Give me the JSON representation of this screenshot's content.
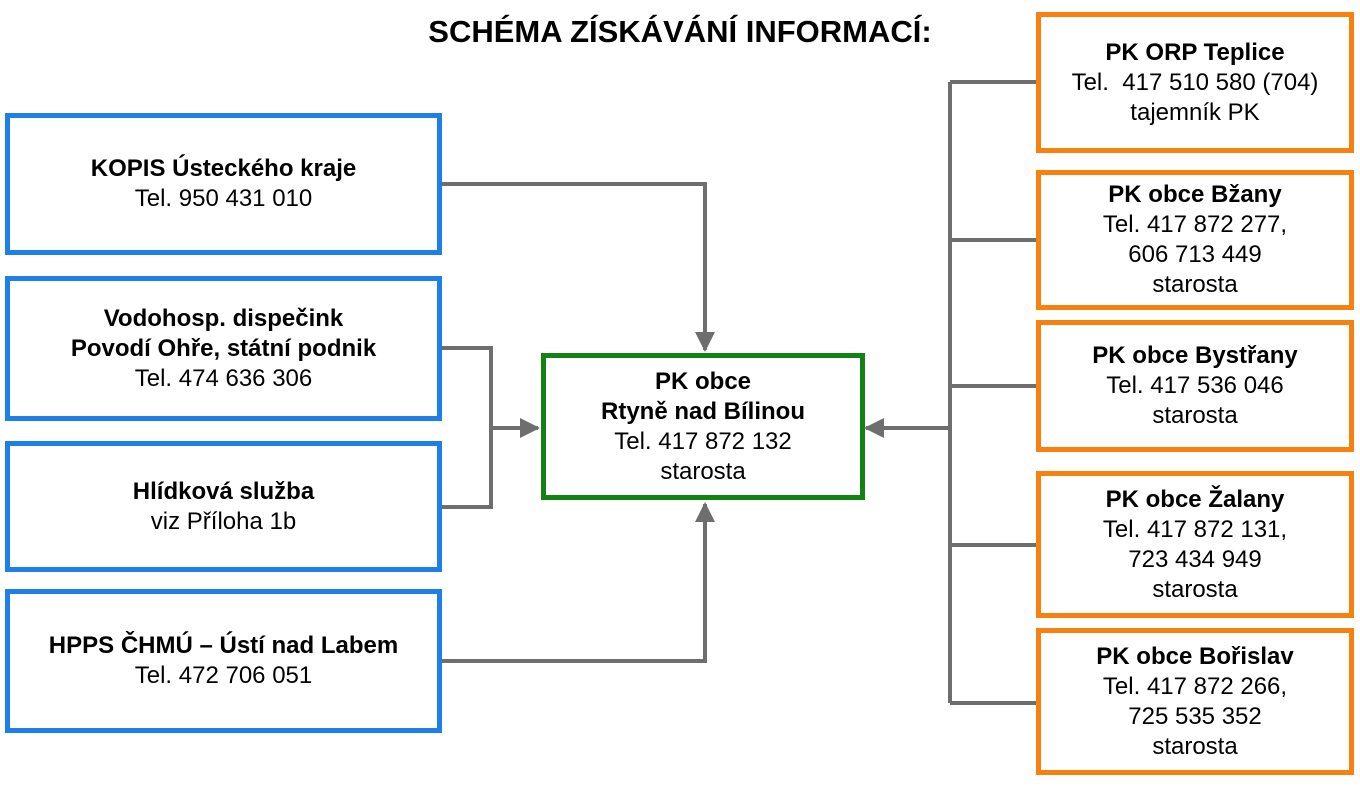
{
  "title": "SCHÉMA ZÍSKÁVÁNÍ INFORMACÍ:",
  "colors": {
    "left_border": "#1e7fe8",
    "right_border": "#f7810f",
    "center_border": "#138212",
    "connector": "#6e6e6e"
  },
  "center": {
    "name_line1": "PK obce",
    "name_line2": "Rtyně nad Bílinou",
    "phone": "Tel. 417 872 132",
    "role": "starosta"
  },
  "left_sources": [
    {
      "name": "KOPIS Ústeckého kraje",
      "phone": "Tel. 950 431 010"
    },
    {
      "name_line1": "Vodohosp. dispečink",
      "name_line2": "Povodí Ohře, státní podnik",
      "phone": "Tel. 474 636 306"
    },
    {
      "name": "Hlídková služba",
      "note": "viz Příloha 1b"
    },
    {
      "name": "HPPS ČHMÚ – Ústí nad Labem",
      "phone": "Tel. 472 706 051"
    }
  ],
  "right_sources": [
    {
      "name": "PK ORP Teplice",
      "phone": "Tel.  417 510 580 (704)",
      "role": "tajemník PK"
    },
    {
      "name": "PK obce Bžany",
      "phone": "Tel. 417 872 277,",
      "phone2": "606 713 449",
      "role": "starosta"
    },
    {
      "name": "PK obce Bystřany",
      "phone": "Tel. 417 536 046",
      "role": "starosta"
    },
    {
      "name": "PK obce Žalany",
      "phone": "Tel. 417 872 131,",
      "phone2": "723 434 949",
      "role": "starosta"
    },
    {
      "name": "PK obce Bořislav",
      "phone": "Tel. 417 872 266,",
      "phone2": "725 535 352",
      "role": "starosta"
    }
  ]
}
